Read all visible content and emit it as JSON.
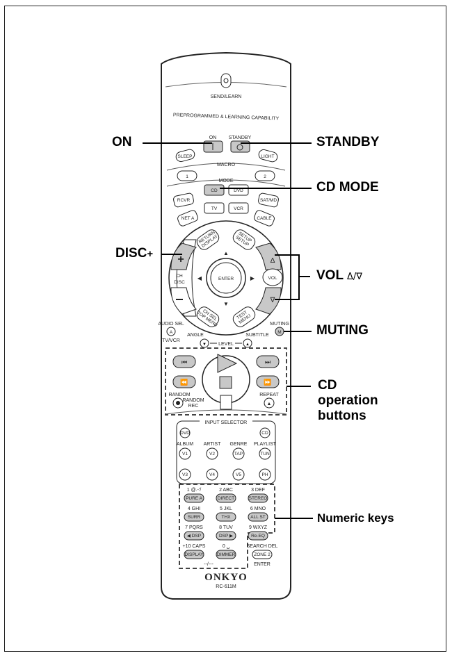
{
  "callouts": {
    "on": "ON",
    "standby": "STANDBY",
    "cd_mode": "CD MODE",
    "disc": "DISC",
    "disc_symbol": "+",
    "vol": "VOL",
    "vol_symbol": "Δ/∇",
    "muting": "MUTING",
    "cd_ops_line1": "CD",
    "cd_ops_line2": "operation",
    "cd_ops_line3": "buttons",
    "numeric": "Numeric keys"
  },
  "remote": {
    "send_learn": "SEND/LEARN",
    "capability": "PREPROGRAMMED & LEARNING CAPABILITY",
    "on": "ON",
    "standby": "STANDBY",
    "sleep": "SLEEP",
    "light": "LIGHT",
    "macro": "MACRO",
    "macro1": "1",
    "macro2": "2",
    "mode": "MODE",
    "rcvr": "RCVR",
    "cd": "CD",
    "dvd": "DVD",
    "sat_md": "SAT/MD",
    "tv": "TV",
    "vcr": "VCR",
    "net_a": "NET A",
    "cable": "CABLE",
    "return_line1": "RETURN",
    "return_line2": "DISPLAY",
    "setup_line1": "SETUP",
    "setup_line2": "SETUP",
    "ch": "CH",
    "disc": "DISC",
    "enter": "ENTER",
    "vol": "VOL",
    "chsel_line1": "CH SEL",
    "chsel_line2": "TOP MENU",
    "test_line1": "TEST",
    "test_line2": "MENU",
    "audio_sel": "AUDIO SEL",
    "muting": "MUTING",
    "tv_vcr": "TV/VCR",
    "angle": "ANGLE",
    "subtitle": "SUBTITLE",
    "level": "LEVEL",
    "random": "RANDOM",
    "random_rec": "RANDOM",
    "rec": "REC",
    "repeat": "REPEAT",
    "input_selector": "INPUT SELECTOR",
    "dvd_in": "DVD",
    "cd_in": "CD",
    "album": "ALBUM",
    "artist": "ARTIST",
    "genre": "GENRE",
    "playlist": "PLAYLIST",
    "v1": "V1",
    "v2": "V2",
    "tap": "TAP",
    "tun": "TUN",
    "v3": "V3",
    "v4": "V4",
    "v5": "V5",
    "ph": "PH",
    "k1": "1 @.-'/",
    "k2": "2 ABC",
    "k3": "3 DEF",
    "pure_a": "PURE A",
    "direct": "DIRECT",
    "stereo": "STEREO",
    "k4": "4 GHI",
    "k5": "5 JKL",
    "k6": "6 MNO",
    "surr": "SURR",
    "thx": "THX",
    "all_st": "ALL ST",
    "k7": "7 PQRS",
    "k8": "8 TUV",
    "k9": "9 WXYZ",
    "dsp_left": "◀ DSP",
    "dsp_right": "DSP ▶",
    "re_eq": "Re-EQ",
    "k10": "+10 CAPS",
    "k0": "0 ␣",
    "search_del": "SEARCH DEL",
    "display": "DISPLAY",
    "dimmer": "DIMMER",
    "zone2": "ZONE 2",
    "dashes": "--/---",
    "enter_bottom": "ENTER",
    "brand": "ONKYO",
    "model": "RC-611M"
  }
}
